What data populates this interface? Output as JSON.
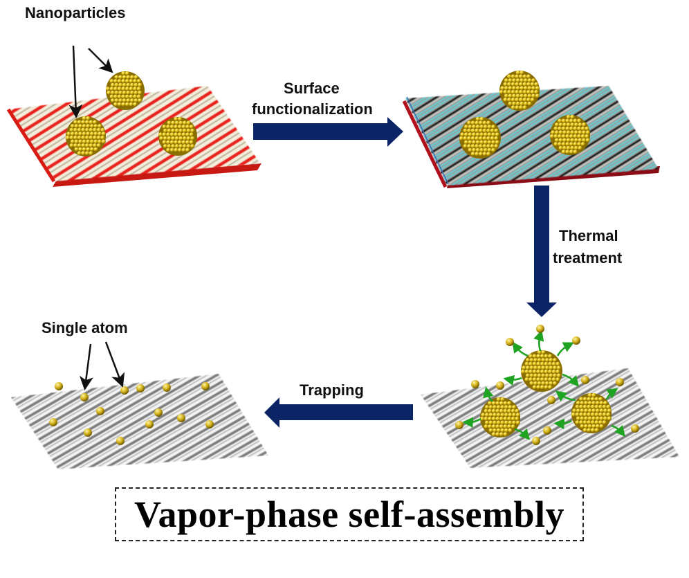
{
  "diagram": {
    "title": "Vapor-phase self-assembly",
    "colors": {
      "arrow": "#0b2466",
      "gold": "#e6c21a",
      "gold_dark": "#8a6e00",
      "substrate_red": "#e8231c",
      "substrate_beige": "#f2ecd8",
      "functional_teal": "#5fd0d8",
      "functional_gray": "#8d8f8a",
      "functional_darkred": "#8a0d16",
      "carbon_gray": "#6f6f6f",
      "migration_green": "#1fa322",
      "label_black": "#111111"
    },
    "stages": [
      {
        "id": "pristine",
        "label": "Nanoparticles",
        "description": "Nanoparticles on red/beige substrate",
        "nanoparticle_count": 3
      },
      {
        "id": "functionalized",
        "label": "",
        "description": "Nanoparticles on functionalized substrate",
        "nanoparticle_count": 3
      },
      {
        "id": "thermal",
        "label": "",
        "description": "Atoms emitted from nanoparticles on porous carbon",
        "nanoparticle_count": 3
      },
      {
        "id": "single-atom",
        "label": "Single atom",
        "description": "Isolated single atoms trapped on porous carbon",
        "single_atom_count": 14
      }
    ],
    "steps": [
      {
        "id": "surface-functionalization",
        "label_line1": "Surface",
        "label_line2": "functionalization",
        "direction": "right"
      },
      {
        "id": "thermal-treatment",
        "label_line1": "Thermal",
        "label_line2": "treatment",
        "direction": "down"
      },
      {
        "id": "trapping",
        "label": "Trapping",
        "direction": "left"
      }
    ]
  }
}
